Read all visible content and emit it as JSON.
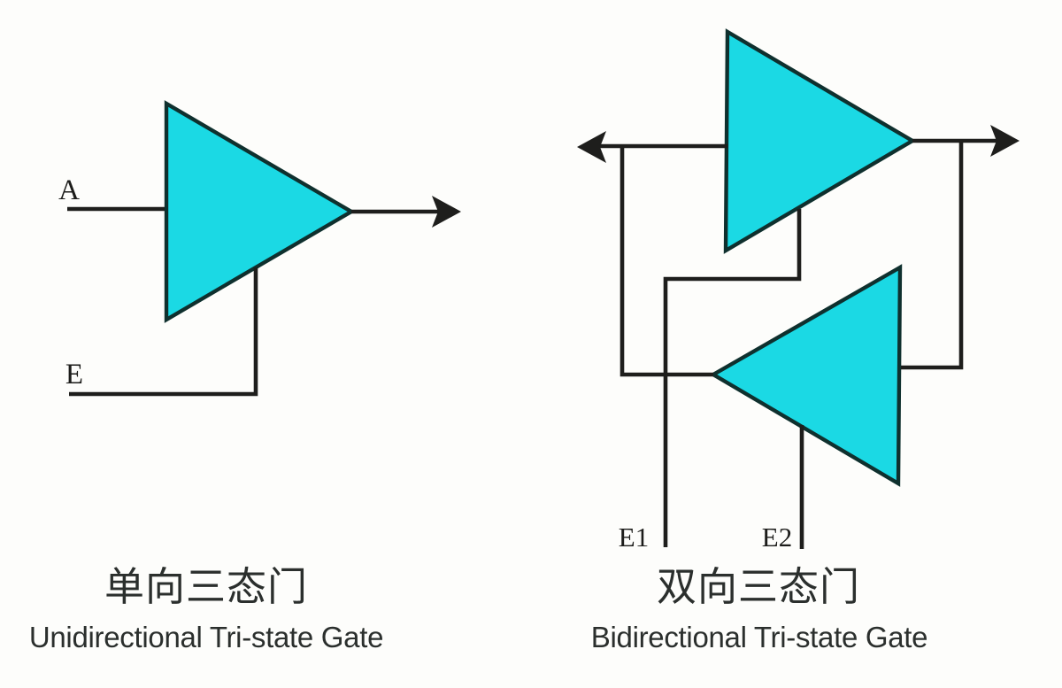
{
  "colors": {
    "background": "#fdfdfb",
    "wire": "#1e1e1c",
    "gate_fill": "#1bd9e4",
    "gate_stroke": "#0f302e",
    "caption_text": "#2b2f2d",
    "pin_label_text": "#1c1c1a"
  },
  "left_gate": {
    "input_label": "A",
    "enable_label": "E",
    "caption_zh": "单向三态门",
    "caption_en": "Unidirectional Tri-state Gate"
  },
  "right_gate": {
    "enable1_label": "E1",
    "enable2_label": "E2",
    "caption_zh": "双向三态门",
    "caption_en": "Bidirectional Tri-state Gate"
  }
}
